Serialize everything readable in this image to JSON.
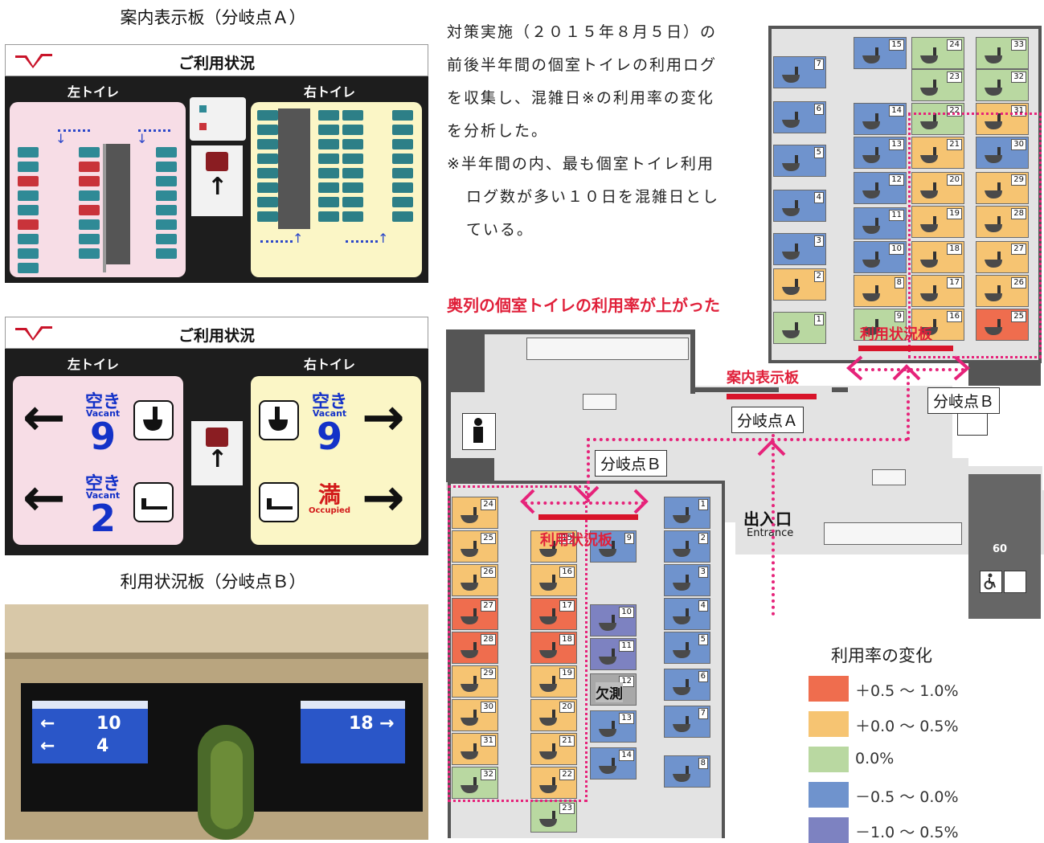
{
  "captions": {
    "board_a": "案内表示板（分岐点Ａ）",
    "board_b": "利用状況板（分岐点Ｂ）"
  },
  "panel": {
    "title": "ご利用状況",
    "left": "左トイレ",
    "right": "右トイレ"
  },
  "sign": {
    "left_urinal": {
      "vacant_jp": "空き",
      "vacant_en": "Vacant",
      "count": "9"
    },
    "left_western": {
      "vacant_jp": "空き",
      "vacant_en": "Vacant",
      "count": "2"
    },
    "right_urinal": {
      "vacant_jp": "空き",
      "vacant_en": "Vacant",
      "count": "9"
    },
    "right_western": {
      "full_jp": "満",
      "full_en": "Occupied"
    }
  },
  "photo": {
    "left_top": "10",
    "left_bottom": "4",
    "right_top": "18"
  },
  "description": {
    "line1": "対策実施（２０１５年８月５日）の",
    "line2": "前後半年間の個室トイレの利用ログ",
    "line3": "を収集し、混雑日※の利用率の変化",
    "line4": "を分析した。",
    "note1": "※半年間の内、最も個室トイレ利用",
    "note2": "ログ数が多い１０日を混雑日とし",
    "note3": "ている。"
  },
  "map": {
    "headline": "奥列の個室トイレの利用率が上がった",
    "board_a_label": "案内表示板",
    "usage_board": "利用状況板",
    "branch_a": "分岐点Ａ",
    "branch_b": "分岐点Ｂ",
    "entrance_jp": "出入口",
    "entrance_en": "Entrance",
    "excluded": "欠測",
    "room_60": "60"
  },
  "legend": {
    "title": "利用率の変化",
    "items": [
      {
        "label": "＋0.5 ～ 1.0%",
        "color": "#ef6d4e"
      },
      {
        "label": "＋0.0 ～ 0.5%",
        "color": "#f6c472"
      },
      {
        "label": "0.0%",
        "color": "#b9d8a1"
      },
      {
        "label": "－0.5 ～ 0.0%",
        "color": "#6f93cd"
      },
      {
        "label": "－1.0 ～ 0.5%",
        "color": "#7d82c1"
      }
    ]
  },
  "stalls_upper": [
    {
      "id": "1",
      "c": "c-green"
    },
    {
      "id": "2",
      "c": "c-yellow"
    },
    {
      "id": "3",
      "c": "c-blue"
    },
    {
      "id": "4",
      "c": "c-blue"
    },
    {
      "id": "5",
      "c": "c-blue"
    },
    {
      "id": "6",
      "c": "c-blue"
    },
    {
      "id": "7",
      "c": "c-blue"
    },
    {
      "id": "8",
      "c": "c-yellow"
    },
    {
      "id": "9",
      "c": "c-green"
    },
    {
      "id": "10",
      "c": "c-blue"
    },
    {
      "id": "11",
      "c": "c-blue"
    },
    {
      "id": "12",
      "c": "c-blue"
    },
    {
      "id": "13",
      "c": "c-blue"
    },
    {
      "id": "14",
      "c": "c-blue"
    },
    {
      "id": "15",
      "c": "c-blue"
    },
    {
      "id": "16",
      "c": "c-yellow"
    },
    {
      "id": "17",
      "c": "c-yellow"
    },
    {
      "id": "18",
      "c": "c-yellow"
    },
    {
      "id": "19",
      "c": "c-yellow"
    },
    {
      "id": "20",
      "c": "c-yellow"
    },
    {
      "id": "21",
      "c": "c-yellow"
    },
    {
      "id": "22",
      "c": "c-green"
    },
    {
      "id": "23",
      "c": "c-green"
    },
    {
      "id": "24",
      "c": "c-green"
    },
    {
      "id": "25",
      "c": "c-orange"
    },
    {
      "id": "26",
      "c": "c-yellow"
    },
    {
      "id": "27",
      "c": "c-yellow"
    },
    {
      "id": "28",
      "c": "c-yellow"
    },
    {
      "id": "29",
      "c": "c-yellow"
    },
    {
      "id": "30",
      "c": "c-blue"
    },
    {
      "id": "31",
      "c": "c-yellow"
    },
    {
      "id": "32",
      "c": "c-green"
    },
    {
      "id": "33",
      "c": "c-green"
    }
  ],
  "stalls_lower": [
    {
      "id": "1",
      "c": "c-blue"
    },
    {
      "id": "2",
      "c": "c-blue"
    },
    {
      "id": "3",
      "c": "c-blue"
    },
    {
      "id": "4",
      "c": "c-blue"
    },
    {
      "id": "5",
      "c": "c-blue"
    },
    {
      "id": "6",
      "c": "c-blue"
    },
    {
      "id": "7",
      "c": "c-blue"
    },
    {
      "id": "8",
      "c": "c-blue"
    },
    {
      "id": "9",
      "c": "c-blue"
    },
    {
      "id": "10",
      "c": "c-navy"
    },
    {
      "id": "11",
      "c": "c-navy"
    },
    {
      "id": "12",
      "c": "c-gray"
    },
    {
      "id": "13",
      "c": "c-blue"
    },
    {
      "id": "14",
      "c": "c-blue"
    },
    {
      "id": "15",
      "c": "c-yellow"
    },
    {
      "id": "16",
      "c": "c-yellow"
    },
    {
      "id": "17",
      "c": "c-orange"
    },
    {
      "id": "18",
      "c": "c-orange"
    },
    {
      "id": "19",
      "c": "c-yellow"
    },
    {
      "id": "20",
      "c": "c-yellow"
    },
    {
      "id": "21",
      "c": "c-yellow"
    },
    {
      "id": "22",
      "c": "c-yellow"
    },
    {
      "id": "23",
      "c": "c-green"
    },
    {
      "id": "24",
      "c": "c-yellow"
    },
    {
      "id": "25",
      "c": "c-yellow"
    },
    {
      "id": "26",
      "c": "c-yellow"
    },
    {
      "id": "27",
      "c": "c-orange"
    },
    {
      "id": "28",
      "c": "c-orange"
    },
    {
      "id": "29",
      "c": "c-yellow"
    },
    {
      "id": "30",
      "c": "c-yellow"
    },
    {
      "id": "31",
      "c": "c-yellow"
    },
    {
      "id": "32",
      "c": "c-green"
    }
  ]
}
